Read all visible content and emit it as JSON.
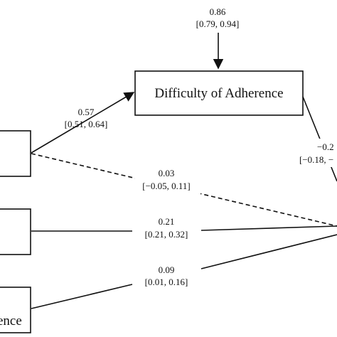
{
  "nodes": {
    "difficulty": {
      "label": "Difficulty of Adherence"
    },
    "bottom_left": {
      "label": "ence"
    }
  },
  "paths": {
    "error_difficulty": {
      "estimate": "0.86",
      "ci": "[0.79, 0.94]"
    },
    "top_to_difficulty": {
      "estimate": "0.57",
      "ci": "[0.51, 0.64]"
    },
    "difficulty_to_outcome": {
      "estimate": "−0.2",
      "ci": "[−0.18, −"
    },
    "top_to_outcome": {
      "estimate": "0.03",
      "ci": "[−0.05, 0.11]"
    },
    "middle_to_outcome": {
      "estimate": "0.21",
      "ci": "[0.21, 0.32]"
    },
    "bottom_to_outcome": {
      "estimate": "0.09",
      "ci": "[0.01, 0.16]"
    }
  }
}
